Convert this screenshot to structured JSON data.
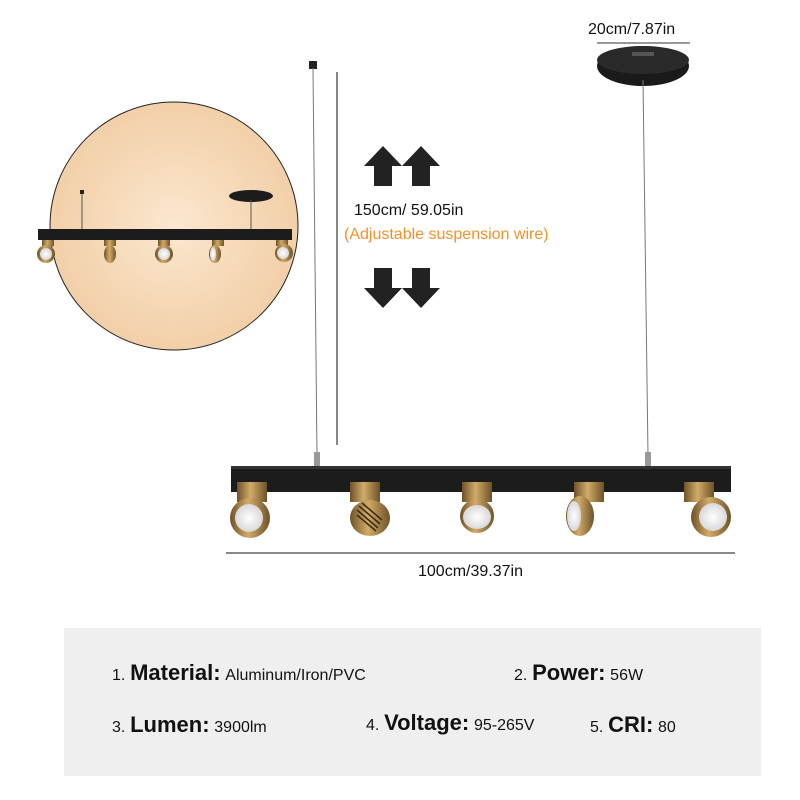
{
  "dimensions": {
    "canopy_diameter": "20cm/7.87in",
    "wire_length": "150cm/ 59.05in",
    "wire_note": "(Adjustable suspension wire)",
    "bar_length": "100cm/39.37in"
  },
  "specs": [
    {
      "num": "1.",
      "key": "Material:",
      "value": "Aluminum/Iron/PVC"
    },
    {
      "num": "2.",
      "key": "Power:",
      "value": "56W"
    },
    {
      "num": "3.",
      "key": "Lumen:",
      "value": "3900lm"
    },
    {
      "num": "4.",
      "key": "Voltage:",
      "value": "95-265V"
    },
    {
      "num": "5.",
      "key": "CRI:",
      "value": "80"
    }
  ],
  "colors": {
    "accent_orange": "#f0922a",
    "panel_gray": "#efefef",
    "inset_glow": "#f6dcc0",
    "fixture_black": "#1c1c1c",
    "fixture_brass": "#b38a4a"
  }
}
